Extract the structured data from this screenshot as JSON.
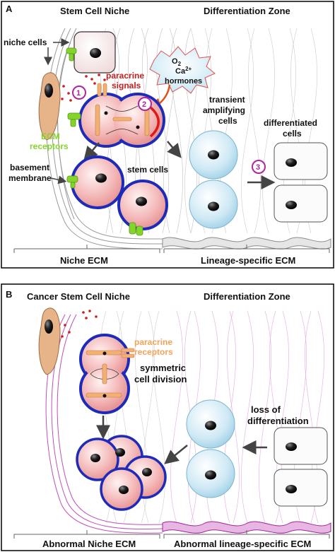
{
  "panel_a": {
    "letter": "A",
    "stem_cell_niche": "Stem Cell Niche",
    "differentiation_zone": "Differentiation Zone",
    "niche_cells": "niche cells",
    "o2": "O",
    "o2_sub": "2",
    "ca": "Ca",
    "ca_sup": "2+",
    "hormones": "hormones",
    "paracrine_signals_1": "paracrine",
    "paracrine_signals_2": "signals",
    "marker_1": "1",
    "marker_2": "2",
    "marker_3": "3",
    "ecm_receptors_1": "ECM",
    "ecm_receptors_2": "receptors",
    "transient_1": "transient",
    "transient_2": "amplifying",
    "transient_3": "cells",
    "differentiated_1": "differentiated",
    "differentiated_2": "cells",
    "basement_1": "basement",
    "basement_2": "membrane",
    "stem_cells": "stem cells",
    "niche_ecm": "Niche ECM",
    "lineage_ecm": "Lineage-specific ECM"
  },
  "panel_b": {
    "letter": "B",
    "cancer_niche": "Cancer Stem Cell Niche",
    "differentiation_zone": "Differentiation Zone",
    "paracrine_receptors_1": "paracrine",
    "paracrine_receptors_2": "receptors",
    "symmetric_1": "symmetric",
    "symmetric_2": "cell division",
    "loss_1": "loss of",
    "loss_2": "differentiation",
    "abnormal_niche_ecm": "Abnormal Niche ECM",
    "abnormal_lineage_ecm": "Abnormal lineage-specific ECM"
  },
  "colors": {
    "stem_outline": "#1d2bb8",
    "stem_fill": "#f2b8b8",
    "blue_cell": "#bfe3f2",
    "receptor_green": "#86d42b",
    "receptor_orange": "#f2b173",
    "signal_red": "#c81e1e",
    "marker_purple": "#b0249f",
    "ecm_abnormal": "#c24fb7",
    "fibroblast": "#e7b48a"
  }
}
